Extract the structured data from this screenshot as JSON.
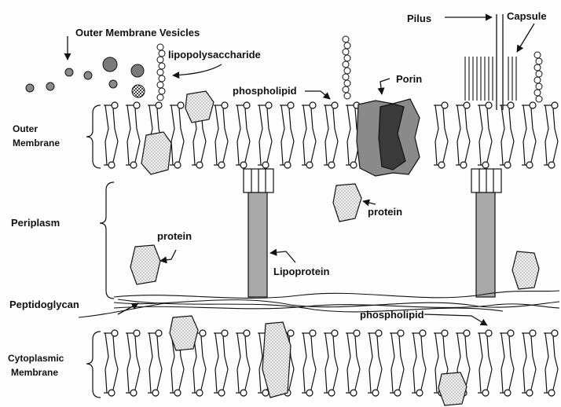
{
  "labels": {
    "outer_membrane_vesicles": "Outer Membrane Vesicles",
    "lipopolysaccharide": "lipopolysaccharide",
    "pilus": "Pilus",
    "capsule": "Capsule",
    "phospholipid_top": "phospholipid",
    "porin": "Porin",
    "outer_membrane_line1": "Outer",
    "outer_membrane_line2": "Membrane",
    "periplasm": "Periplasm",
    "protein_center": "protein",
    "protein_left": "protein",
    "lipoprotein": "Lipoprotein",
    "peptidoglycan": "Peptidoglycan",
    "phospholipid_bottom": "phospholipid",
    "cytoplasmic_line1": "Cytoplasmic",
    "cytoplasmic_line2": "Membrane"
  },
  "colors": {
    "ink": "#111111",
    "porin_outer": "#8a8a8a",
    "porin_inner": "#3a3a3a",
    "lipoprotein_shaft": "#a9a9a9",
    "vesicle_dark": "#7a7a7a",
    "protein_fill": "#e6e6e6"
  }
}
